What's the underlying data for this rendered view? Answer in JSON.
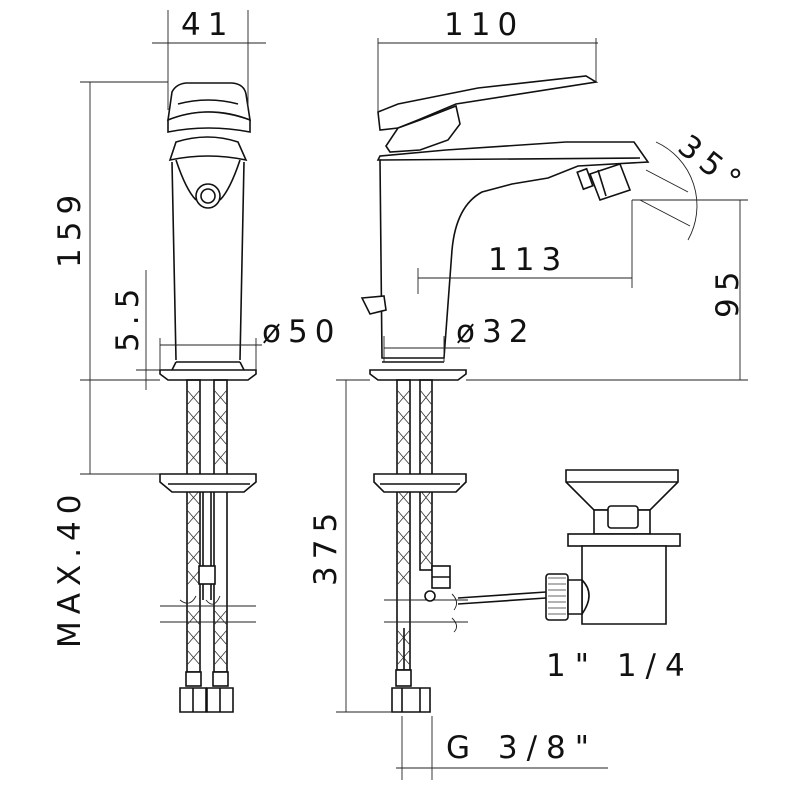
{
  "dimensions": {
    "front_width": "41",
    "overall_length": "110",
    "height": "159",
    "base_height": "5.5",
    "base_diameter": "ø50",
    "hole_diameter": "ø32",
    "spout_reach": "113",
    "spout_height": "95",
    "swivel_angle": "35°",
    "max_deck_thickness": "MAX.40",
    "hose_length": "375",
    "waste_thread": "1\" 1/4",
    "inlet_thread": "G 3/8\""
  },
  "colors": {
    "line": "#111111",
    "background": "#ffffff"
  }
}
